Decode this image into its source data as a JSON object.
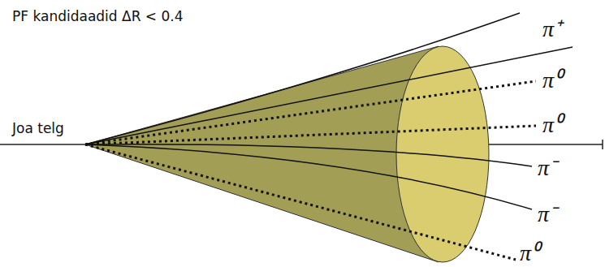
{
  "diagram": {
    "labels": [
      "PF kandidaadid  ΔR < 0.4",
      "Joa telg",
      "π⁺",
      "π⁰",
      "π⁰",
      "π⁻",
      "π⁻",
      "π⁰"
    ]
  }
}
